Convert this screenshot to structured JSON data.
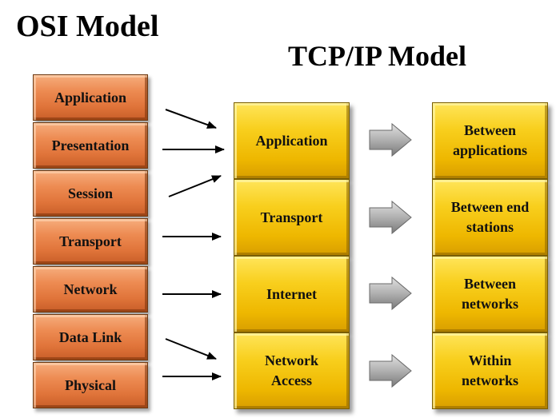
{
  "osi_title": "OSI Model",
  "tcp_title": "TCP/IP Model",
  "osi_layers": [
    "Application",
    "Presentation",
    "Session",
    "Transport",
    "Network",
    "Data Link",
    "Physical"
  ],
  "tcp_layers": [
    "Application",
    "Transport",
    "Internet",
    "Network\nAccess"
  ],
  "descriptions": [
    "Between\napplications",
    "Between end\nstations",
    "Between\nnetworks",
    "Within\nnetworks"
  ],
  "colors": {
    "osi_box": "#e8804a",
    "tcp_box": "#f5c518",
    "big_arrow": "#a8a8a8",
    "line_arrow": "#000000"
  },
  "icons": {
    "mapping_arrow": "line-arrow-icon",
    "flow_arrow": "block-arrow-icon"
  }
}
